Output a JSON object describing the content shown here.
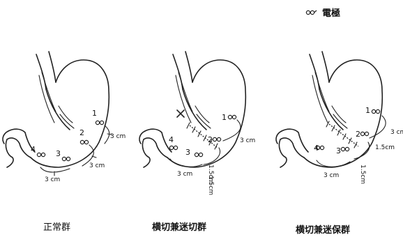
{
  "legend": {
    "symbol": "o-o",
    "label": "電極"
  },
  "electrode_numbers": [
    "1",
    "2",
    "3",
    "4"
  ],
  "measurements": {
    "three_cm": "3 cm",
    "one_five_cm": "1.5cm"
  },
  "captions": [
    "正常群",
    "横切兼迷切群",
    "横切兼迷保群"
  ]
}
